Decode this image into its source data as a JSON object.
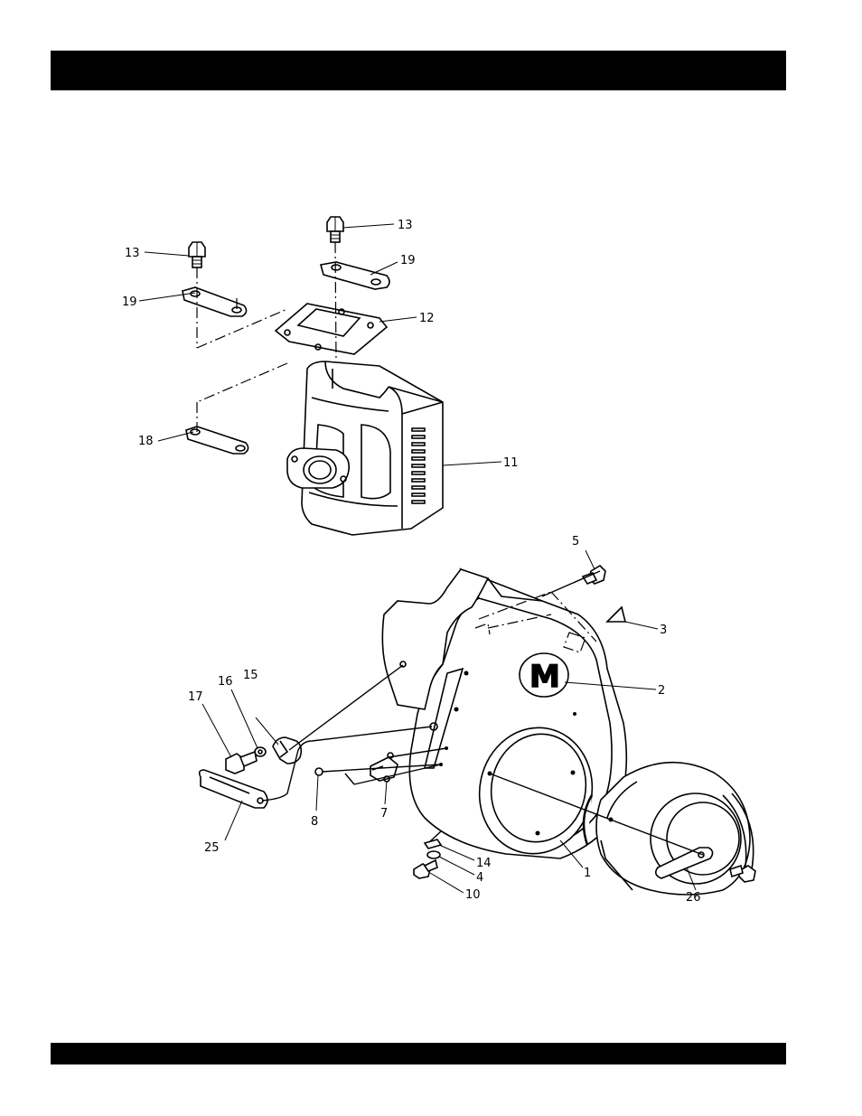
{
  "labels": {
    "l1": "1",
    "l2": "2",
    "l3": "3",
    "l4": "4",
    "l5": "5",
    "l7": "7",
    "l8": "8",
    "l10": "10",
    "l11": "11",
    "l12": "12",
    "l13a": "13",
    "l13b": "13",
    "l14": "14",
    "l15": "15",
    "l16": "16",
    "l17": "17",
    "l18": "18",
    "l19a": "19",
    "l19b": "19",
    "l25": "25",
    "l26": "26",
    "emblem": "M"
  }
}
